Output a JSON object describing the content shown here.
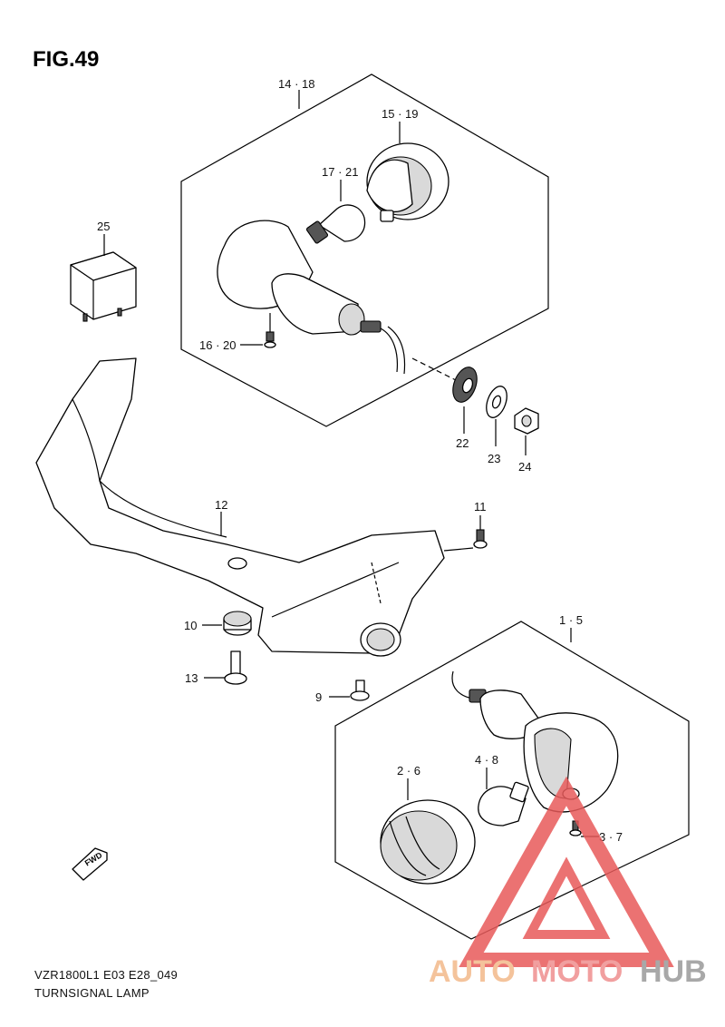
{
  "figure": {
    "title": "FIG.49"
  },
  "callouts": {
    "c14_18": "14 · 18",
    "c15_19": "15 · 19",
    "c17_21": "17 · 21",
    "c25": "25",
    "c16_20": "16 · 20",
    "c22": "22",
    "c23": "23",
    "c24": "24",
    "c12": "12",
    "c11": "11",
    "c10": "10",
    "c13": "13",
    "c9": "9",
    "c1_5": "1 · 5",
    "c2_6": "2 · 6",
    "c4_8": "4 · 8",
    "c3_7": "3 · 7"
  },
  "fwd_marker": {
    "text": "FWD"
  },
  "footer": {
    "model_code": "VZR1800L1 E03 E28_049",
    "section_name": "TURNSIGNAL LAMP"
  },
  "watermark": {
    "part_a": "AUTO",
    "part_b": "MOTO",
    "part_c": "HUB",
    "triangle_color": "#e85a5a",
    "auto_color": "#f3b98a",
    "moto_color": "#ef8f8f",
    "hub_color": "#9a9a9a"
  }
}
